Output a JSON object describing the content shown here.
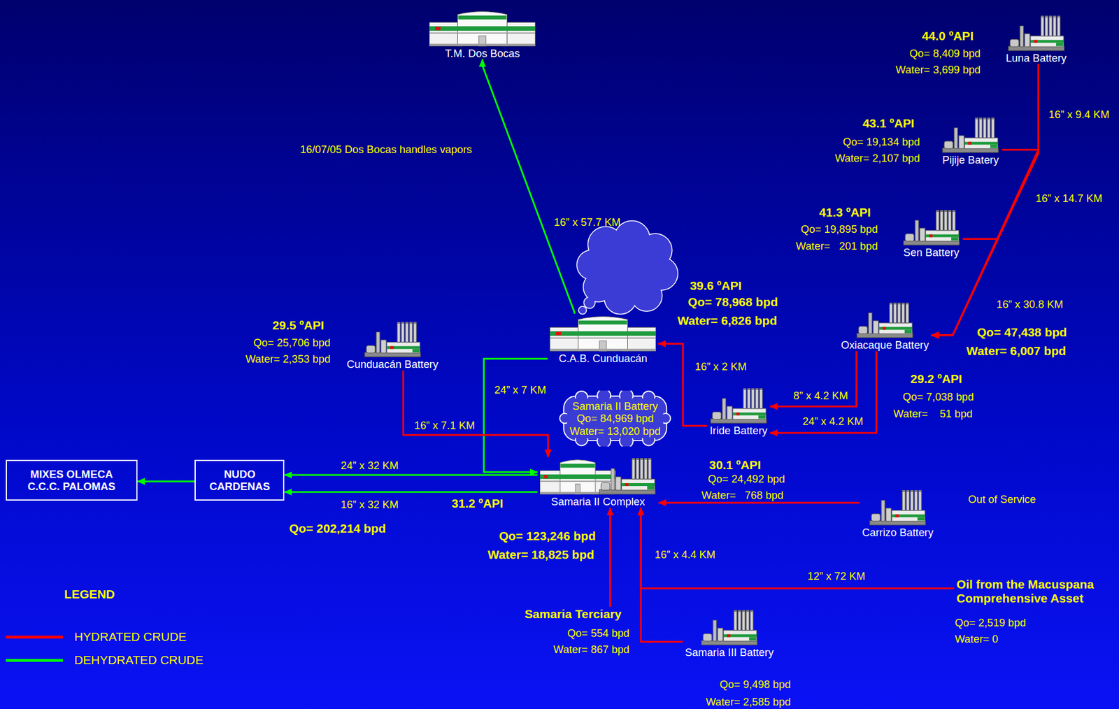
{
  "diagram": {
    "nodes": [
      {
        "text": [
          "T.M. Dos Bocas"
        ]
      },
      {
        "text": [
          "Luna Battery"
        ]
      },
      {
        "text": [
          "Pijije Batery"
        ]
      },
      {
        "text": [
          "Sen Battery"
        ]
      },
      {
        "text": [
          "C.A.B. Cunduacán"
        ]
      },
      {
        "text": [
          "Oxiacaque Battery"
        ]
      },
      {
        "text": [
          "Cunduacán Battery"
        ]
      },
      {
        "text": [
          "Samaria II Battery",
          "Qo= 84,969 bpd",
          "Water= 13,020 bpd"
        ]
      },
      {
        "text": [
          "Iride Battery"
        ]
      },
      {
        "text": [
          "MIXES OLMECA C.C.C. PALOMAS"
        ]
      },
      {
        "text": [
          "NUDO CARDENAS"
        ]
      },
      {
        "text": [
          "Samaria II Complex"
        ]
      },
      {
        "text": [
          "Carrizo Battery"
        ]
      },
      {
        "text": [
          "Oil from the Macuspana Comprehensive Asset"
        ]
      },
      {
        "text": [
          "Samaria Terciary"
        ]
      },
      {
        "text": [
          "Samaria III Battery"
        ]
      }
    ],
    "edges": [
      {
        "from": 1,
        "to": 5,
        "arrow": "to"
      },
      {
        "from": 2,
        "to": 5,
        "arrow": "to"
      },
      {
        "from": 3,
        "to": 5,
        "arrow": "to"
      },
      {
        "from": 5,
        "to": 8,
        "label": "8” x 4.2 KM",
        "arrow": "to"
      },
      {
        "from": 5,
        "to": 8,
        "label": "24” x 4.2 KM",
        "arrow": "to"
      },
      {
        "from": 8,
        "to": 4,
        "label": "16” x 2 KM",
        "arrow": "to"
      },
      {
        "from": 4,
        "to": 0,
        "label": "16” x 57.7 KM",
        "arrow": "to"
      },
      {
        "from": 4,
        "to": 11,
        "label": "24” x 7 KM",
        "arrow": "to"
      },
      {
        "from": 6,
        "to": 11,
        "label": "16” x 7.1 KM",
        "arrow": "to"
      },
      {
        "from": 12,
        "to": 11,
        "arrow": "to"
      },
      {
        "from": 15,
        "to": 11,
        "label": "16” x 4.4 KM",
        "arrow": "to"
      },
      {
        "from": 13,
        "to": 11,
        "label": "12” x 72 KM",
        "arrow": "to"
      },
      {
        "from": 14,
        "to": 11,
        "arrow": "to"
      },
      {
        "from": 11,
        "to": 10,
        "label": "24” x 32 KM",
        "arrow": "to"
      },
      {
        "from": 11,
        "to": 10,
        "label": "16” x 32 KM",
        "arrow": "to"
      },
      {
        "from": 10,
        "to": 9,
        "arrow": "to"
      }
    ],
    "labels": [
      "16/07/05 Dos Bocas handles vapors",
      "44.0 ºAPI",
      "Qo= 8,409 bpd",
      "Water= 3,699 bpd",
      "16” x 9.4 KM",
      "43.1 ºAPI",
      "Qo= 19,134 bpd",
      "Water= 2,107 bpd",
      "16” x 14.7 KM",
      "41.3 ºAPI",
      "Qo= 19,895 bpd",
      "Water=   201 bpd",
      "39.6 ºAPI",
      "Qo= 78,968 bpd",
      "Water= 6,826 bpd",
      "16” x 30.8 KM",
      "Qo= 47,438 bpd",
      "Water= 6,007 bpd",
      "29.5 ºAPI",
      "Qo= 25,706 bpd",
      "Water= 2,353 bpd",
      "29.2 ºAPI",
      "Qo= 7,038 bpd",
      "Water=    51 bpd",
      "30.1 ºAPI",
      "Qo= 24,492 bpd",
      "Water=   768 bpd",
      "31.2 ºAPI",
      "Qo= 202,214 bpd",
      "Out of Service",
      "Qo= 123,246 bpd",
      "Water= 18,825 bpd",
      "Qo= 2,519 bpd",
      "Water= 0",
      "Qo= 554 bpd",
      "Water= 867 bpd",
      "Qo= 9,498 bpd",
      "Water= 2,585 bpd",
      "LEGEND"
    ],
    "legend": [
      {
        "text": "HYDRATED CRUDE",
        "color": "#ff0000"
      },
      {
        "text": "DEHYDRATED CRUDE",
        "color": "#00ff00"
      }
    ]
  }
}
